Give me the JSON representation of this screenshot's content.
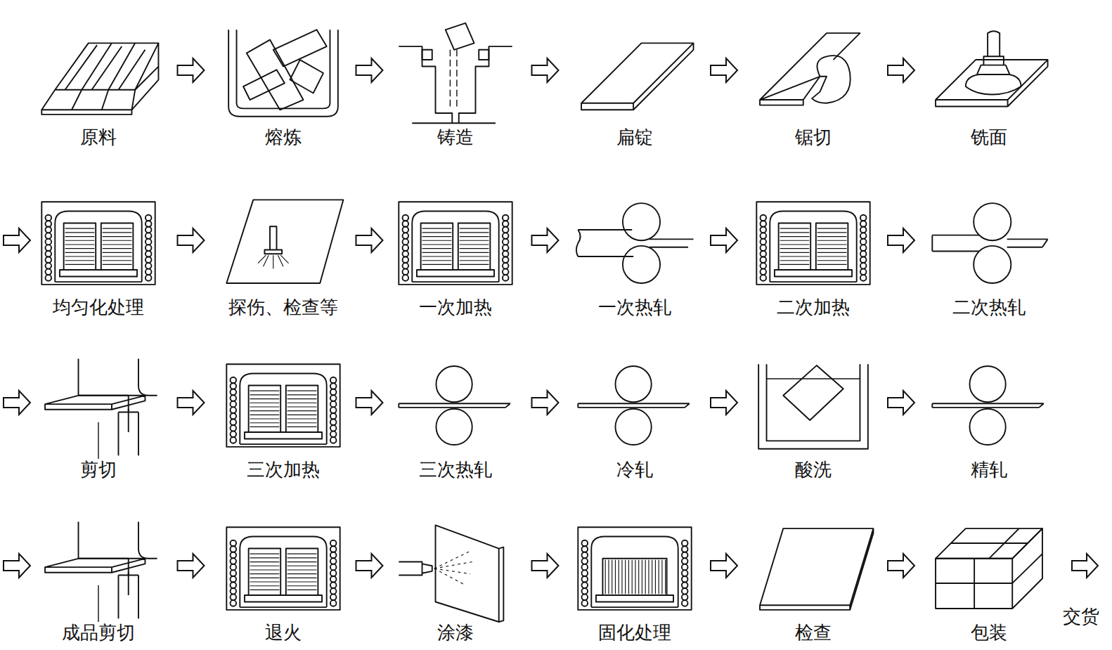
{
  "diagram": {
    "nodes": [
      {
        "text": [
          "原料"
        ]
      },
      {
        "text": [
          "熔炼"
        ]
      },
      {
        "text": [
          "铸造"
        ]
      },
      {
        "text": [
          "扁锭"
        ]
      },
      {
        "text": [
          "锯切"
        ]
      },
      {
        "text": [
          "铣面"
        ]
      },
      {
        "text": [
          "均匀化处理"
        ]
      },
      {
        "text": [
          "探伤、检查等"
        ]
      },
      {
        "text": [
          "一次加热"
        ]
      },
      {
        "text": [
          "一次热轧"
        ]
      },
      {
        "text": [
          "二次加热"
        ]
      },
      {
        "text": [
          "二次热轧"
        ]
      },
      {
        "text": [
          "剪切"
        ]
      },
      {
        "text": [
          "三次加热"
        ]
      },
      {
        "text": [
          "三次热轧"
        ]
      },
      {
        "text": [
          "冷轧"
        ]
      },
      {
        "text": [
          "酸洗"
        ]
      },
      {
        "text": [
          "精轧"
        ]
      },
      {
        "text": [
          "成品剪切"
        ]
      },
      {
        "text": [
          "退火"
        ]
      },
      {
        "text": [
          "涂漆"
        ]
      },
      {
        "text": [
          "固化处理"
        ]
      },
      {
        "text": [
          "检查"
        ]
      },
      {
        "text": [
          "包装"
        ]
      },
      {
        "text": [
          "交货"
        ]
      }
    ],
    "edges": [
      {
        "from": 0,
        "to": 1,
        "arrow": "to"
      },
      {
        "from": 1,
        "to": 2,
        "arrow": "to"
      },
      {
        "from": 2,
        "to": 3,
        "arrow": "to"
      },
      {
        "from": 3,
        "to": 4,
        "arrow": "to"
      },
      {
        "from": 4,
        "to": 5,
        "arrow": "to"
      },
      {
        "from": 5,
        "to": 6,
        "arrow": "to"
      },
      {
        "from": 6,
        "to": 7,
        "arrow": "to"
      },
      {
        "from": 7,
        "to": 8,
        "arrow": "to"
      },
      {
        "from": 8,
        "to": 9,
        "arrow": "to"
      },
      {
        "from": 9,
        "to": 10,
        "arrow": "to"
      },
      {
        "from": 10,
        "to": 11,
        "arrow": "to"
      },
      {
        "from": 11,
        "to": 12,
        "arrow": "to"
      },
      {
        "from": 12,
        "to": 13,
        "arrow": "to"
      },
      {
        "from": 13,
        "to": 14,
        "arrow": "to"
      },
      {
        "from": 14,
        "to": 15,
        "arrow": "to"
      },
      {
        "from": 15,
        "to": 16,
        "arrow": "to"
      },
      {
        "from": 16,
        "to": 17,
        "arrow": "to"
      },
      {
        "from": 17,
        "to": 18,
        "arrow": "to"
      },
      {
        "from": 18,
        "to": 19,
        "arrow": "to"
      },
      {
        "from": 19,
        "to": 20,
        "arrow": "to"
      },
      {
        "from": 20,
        "to": 21,
        "arrow": "to"
      },
      {
        "from": 21,
        "to": 22,
        "arrow": "to"
      },
      {
        "from": 22,
        "to": 23,
        "arrow": "to"
      },
      {
        "from": 23,
        "to": 24,
        "arrow": "to"
      }
    ]
  }
}
